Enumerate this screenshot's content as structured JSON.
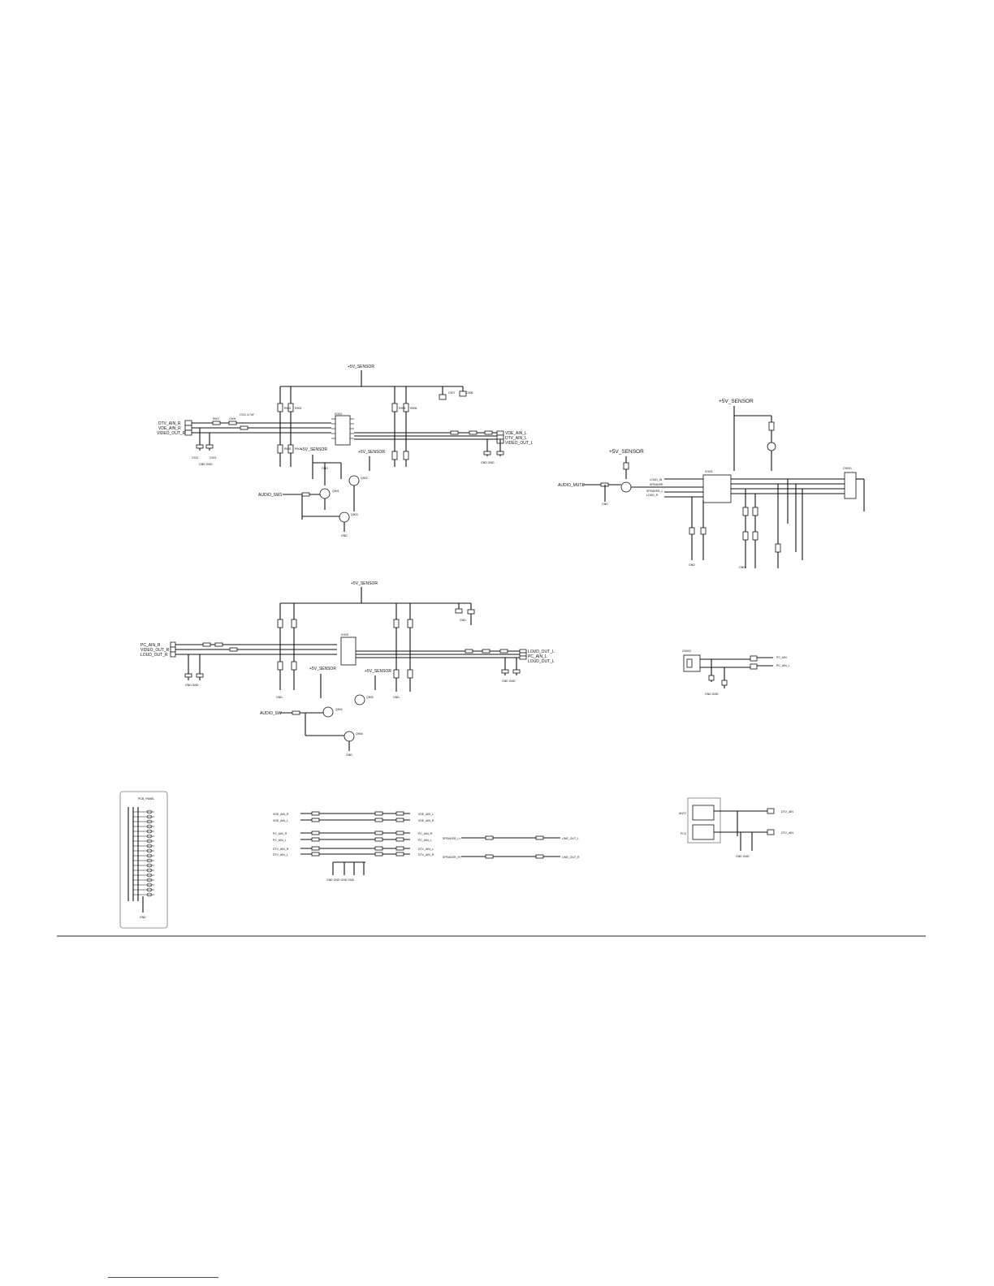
{
  "labels": {
    "rail_5v_sensor_top": "+5V_SENSOR",
    "rail_5v_sensor_mid": "+5V_SENSOR",
    "rail_5v_sensor_right_main": "+5V_SENSOR",
    "rail_5v_sensor_right_sub": "+5V_SENSOR",
    "rail_5v_sensor_local_a": "+5V_SENSOR",
    "rail_5v_sensor_local_b": "+5V_SENSOR",
    "rail_5v_sensor_local_c": "+5V_SENSOR",
    "rail_5v_sensor_local_d": "+5V_SENSOR",
    "sw1_in_1": "DTV_AIN_R",
    "sw1_in_2": "VDE_AIN_R",
    "sw1_in_3": "VIDEO_OUT_R",
    "sw1_out_1": "VDE_AIN_L",
    "sw1_out_2": "DTV_AIN_L",
    "sw1_out_3": "VIDEO_OUT_L",
    "sw1_audio": "AUDIO_SW1",
    "sw2_in_1": "PC_AIN_R",
    "sw2_in_2": "VIDEO_OUT_R",
    "sw2_in_3": "LOUD_OUT_R",
    "sw2_out_1": "LOUD_OUT_L",
    "sw2_out_2": "PC_AIN_L",
    "sw2_out_3": "LOUD_OUT_L",
    "sw2_audio": "AUDIO_SW",
    "amp_in": "AUDIO_MUTE",
    "amp_a": "LOUD_IN",
    "amp_b": "SPEAKER",
    "amp_c": "SPEAKER_L",
    "amp_d": "LOUD_R",
    "pc_out_1": "PC_AIN",
    "pc_out_2": "PC_AIN_L",
    "panel_title": "PCB_PANEL",
    "bus_l1": "VDE_AIN_R",
    "bus_l2": "VDE_AIN_L",
    "bus_l3": "PC_AIN_R",
    "bus_l4": "PC_AIN_L",
    "bus_l5": "DTV_AIN_R",
    "bus_l6": "DTV_AIN_L",
    "bus_r1": "VDE_AIN_L",
    "bus_r2": "VDE_AIN_R",
    "bus_r3": "PC_AIN_R",
    "bus_r4": "PC_AIN_L",
    "bus_r5": "DTV_AIN_L",
    "bus_r6": "DTV_AIN_R",
    "spk_l": "SPEAKER_L+",
    "spk_r": "SPEAKER_R+",
    "spk_out_l": "LINE_OUT_L",
    "spk_out_r": "LINE_OUT_R",
    "jack_l": "ANT2",
    "jack_r": "PC3",
    "jack_out_1": "DTV_AIN",
    "jack_out_2": "DTV_AIN"
  }
}
